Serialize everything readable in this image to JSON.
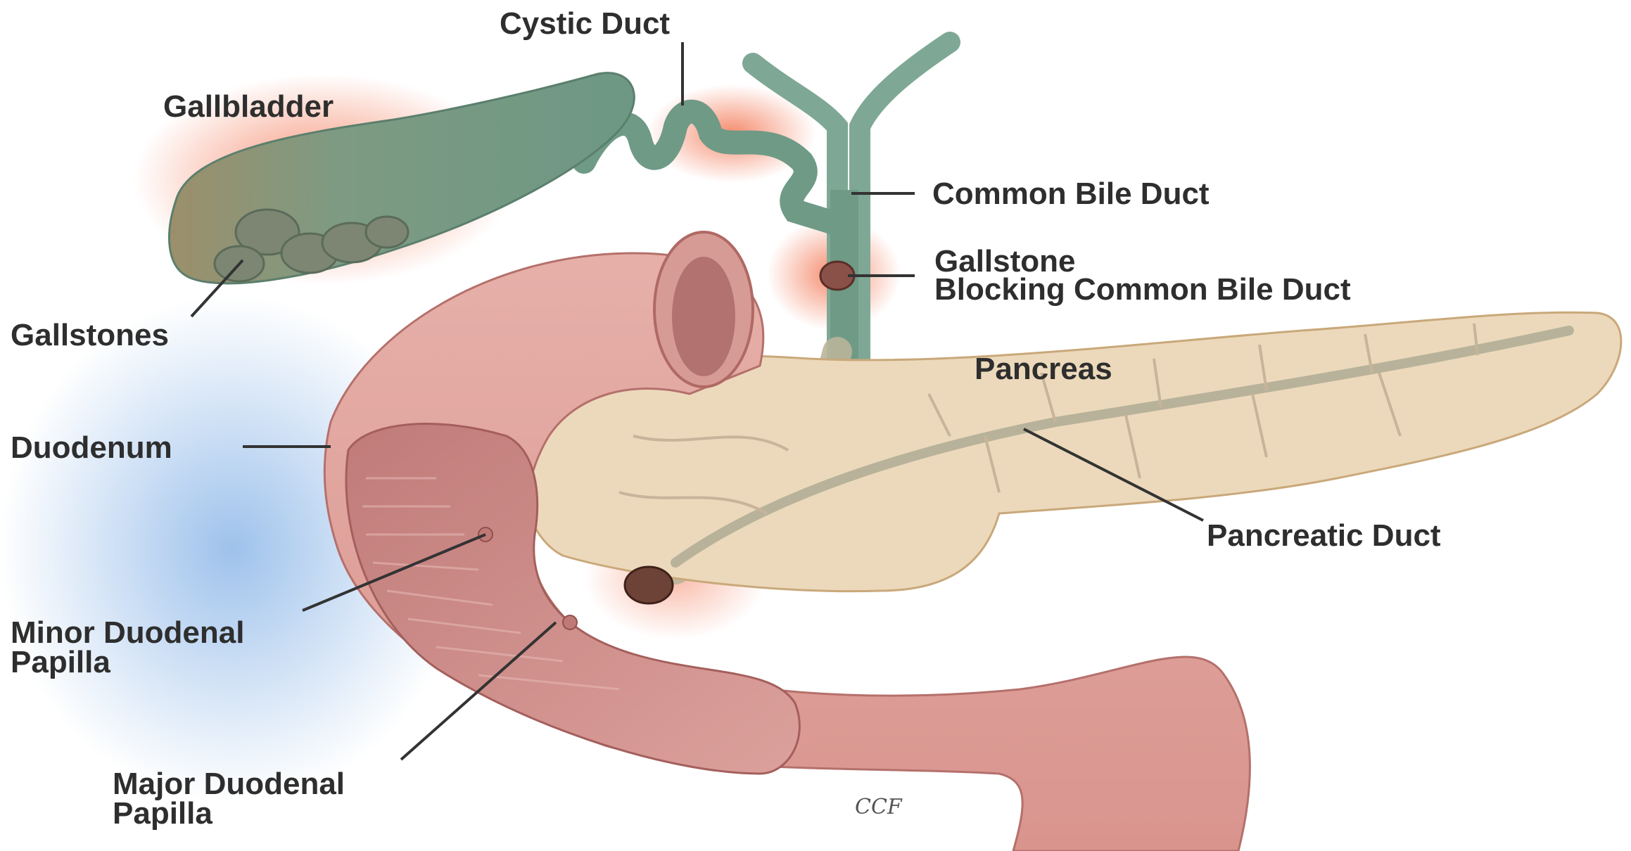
{
  "labels": {
    "cystic_duct": "Cystic Duct",
    "gallbladder": "Gallbladder",
    "common_bile_duct": "Common Bile Duct",
    "gallstone_line1": "Gallstone",
    "gallstone_line2": "Blocking Common Bile Duct",
    "gallstones": "Gallstones",
    "pancreas": "Pancreas",
    "duodenum": "Duodenum",
    "pancreatic_duct": "Pancreatic Duct",
    "minor_line1": "Minor Duodenal",
    "minor_line2": "Papilla",
    "major_line1": "Major Duodenal",
    "major_line2": "Papilla"
  },
  "signature": "CCF",
  "colors": {
    "gallbladder": "#6f9a86",
    "duct": "#6f9a86",
    "pancreas": "#ead7b8",
    "duodenum_outer": "#e3a9a4",
    "duodenum_inner": "#c98785",
    "inflammation": "#f6a486",
    "shadow_blue": "#9fc3ec",
    "leader": "#333333"
  }
}
